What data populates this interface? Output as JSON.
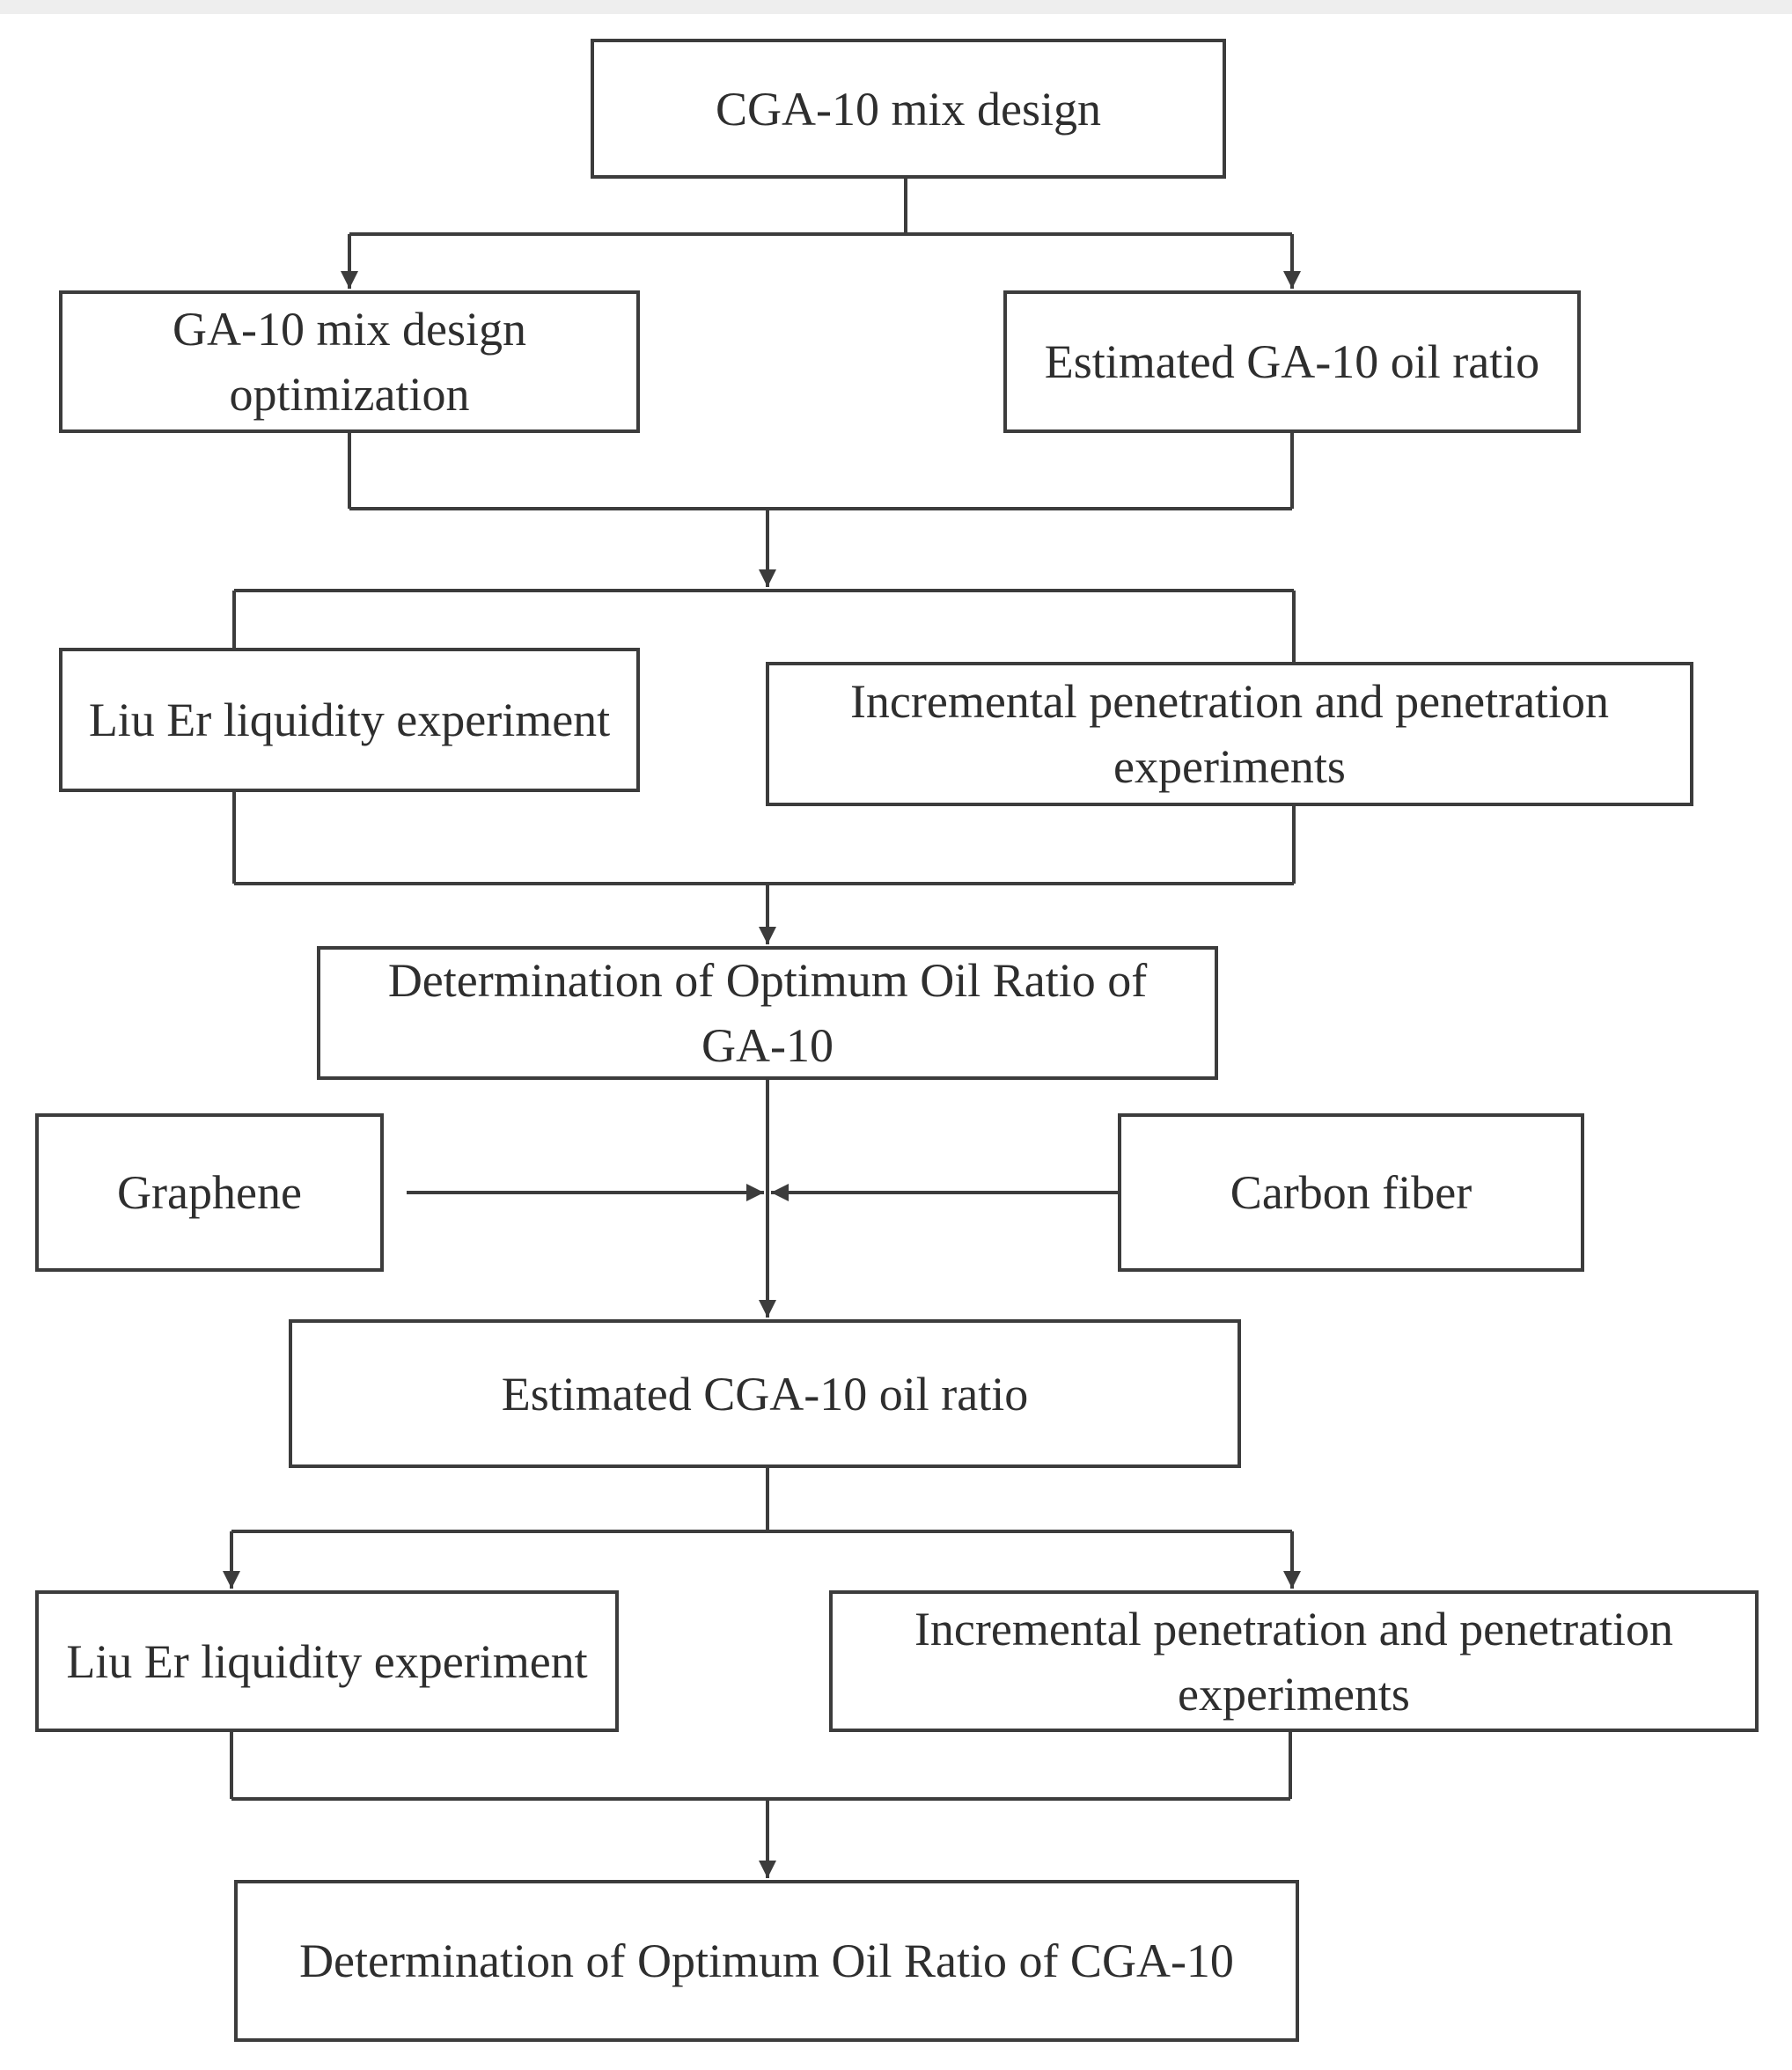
{
  "colors": {
    "line": "#3c3c3c",
    "text": "#2e2e2e",
    "background": "#ffffff",
    "top_strip": "#eeeeee"
  },
  "nodes": {
    "cga10_mix_design": "CGA-10 mix design",
    "ga10_mix_design_optimization": "GA-10 mix design optimization",
    "estimated_ga10_oil_ratio": "Estimated GA-10 oil ratio",
    "liu_er_liquidity_1": "Liu Er liquidity experiment",
    "incremental_penetration_1": "Incremental penetration and penetration experiments",
    "optimum_oil_ratio_ga10": "Determination of Optimum Oil Ratio of GA-10",
    "graphene": "Graphene",
    "carbon_fiber": "Carbon fiber",
    "estimated_cga10_oil_ratio": "Estimated CGA-10 oil ratio",
    "liu_er_liquidity_2": "Liu Er liquidity experiment",
    "incremental_penetration_2": "Incremental penetration and penetration experiments",
    "optimum_oil_ratio_cga10": "Determination of Optimum Oil Ratio of CGA-10"
  },
  "edges": [
    {
      "from": "cga10_mix_design",
      "to": "ga10_mix_design_optimization"
    },
    {
      "from": "cga10_mix_design",
      "to": "estimated_ga10_oil_ratio"
    },
    {
      "from": "ga10_mix_design_optimization",
      "to": "liu_er_liquidity_1"
    },
    {
      "from": "ga10_mix_design_optimization",
      "to": "incremental_penetration_1"
    },
    {
      "from": "estimated_ga10_oil_ratio",
      "to": "liu_er_liquidity_1"
    },
    {
      "from": "estimated_ga10_oil_ratio",
      "to": "incremental_penetration_1"
    },
    {
      "from": "liu_er_liquidity_1",
      "to": "optimum_oil_ratio_ga10"
    },
    {
      "from": "incremental_penetration_1",
      "to": "optimum_oil_ratio_ga10"
    },
    {
      "from": "optimum_oil_ratio_ga10",
      "to": "estimated_cga10_oil_ratio"
    },
    {
      "from": "graphene",
      "to": "estimated_cga10_oil_ratio"
    },
    {
      "from": "carbon_fiber",
      "to": "estimated_cga10_oil_ratio"
    },
    {
      "from": "estimated_cga10_oil_ratio",
      "to": "liu_er_liquidity_2"
    },
    {
      "from": "estimated_cga10_oil_ratio",
      "to": "incremental_penetration_2"
    },
    {
      "from": "liu_er_liquidity_2",
      "to": "optimum_oil_ratio_cga10"
    },
    {
      "from": "incremental_penetration_2",
      "to": "optimum_oil_ratio_cga10"
    }
  ]
}
